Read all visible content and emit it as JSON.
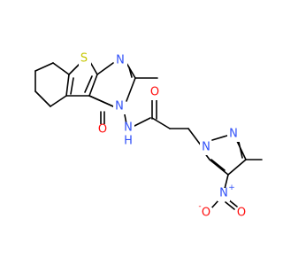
{
  "molecule": {
    "atom_labels": {
      "sulfur": "S",
      "ring_nitrogen_pyrimidine": "N",
      "ring_nitrogen_pyrimidinone": "N",
      "carbonyl_oxygen_ring": "O",
      "amide_nitrogen": "N",
      "amide_hydrogen": "H",
      "amide_oxygen": "O",
      "pyrazole_n1": "N",
      "pyrazole_n2": "N",
      "nitro_nitrogen": "N",
      "nitro_oxygen_left": "O",
      "nitro_oxygen_right": "O"
    },
    "charges": {
      "nitro_nitrogen_charge": "+",
      "nitro_oxygen_charge": "-"
    },
    "colors": {
      "carbon_bond": "#000000",
      "nitrogen": "#3050F8",
      "oxygen": "#FF0D0D",
      "sulfur": "#C6C600"
    }
  }
}
